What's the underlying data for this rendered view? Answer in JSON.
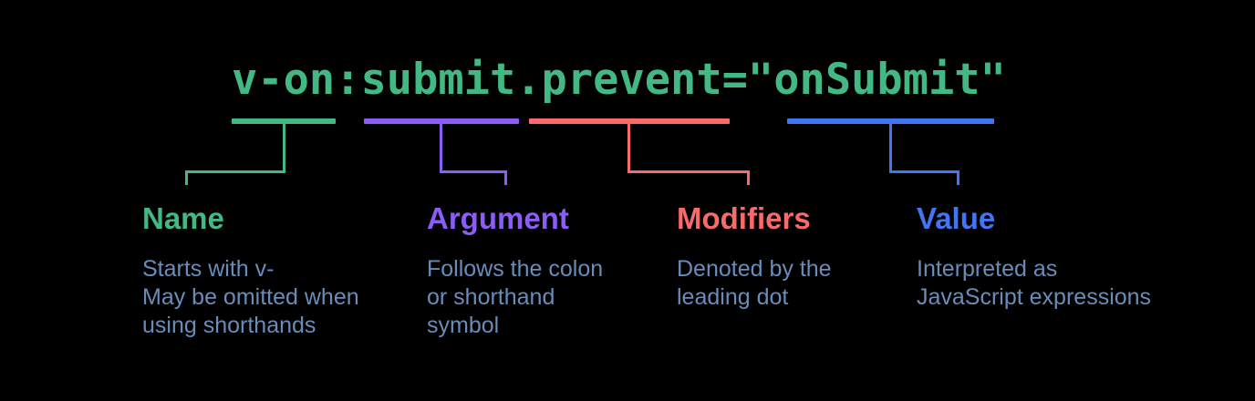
{
  "background_color": "#000000",
  "description_text_color": "#698cb9",
  "code": {
    "text": "v-on:submit.prevent=\"onSubmit\"",
    "color": "#42b883"
  },
  "groups": [
    {
      "id": "name",
      "label": "Name",
      "color": "#42b883",
      "description": "Starts with v-\nMay be omitted when\nusing shorthands"
    },
    {
      "id": "argument",
      "label": "Argument",
      "color": "#8b5cf6",
      "description": "Follows the colon\nor shorthand\nsymbol"
    },
    {
      "id": "modifiers",
      "label": "Modifiers",
      "color": "#f96a6a",
      "description": "Denoted by the\nleading dot"
    },
    {
      "id": "value",
      "label": "Value",
      "color": "#4374f4",
      "description": "Interpreted as\nJavaScript expressions"
    }
  ]
}
